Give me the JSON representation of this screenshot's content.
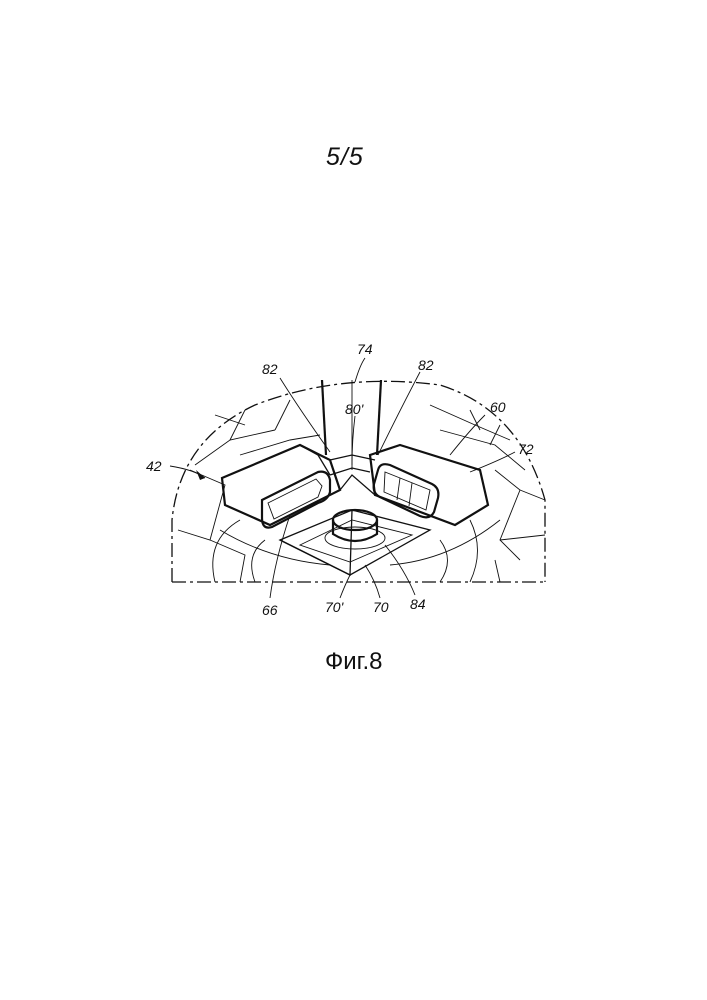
{
  "sheet": {
    "number": "5/5"
  },
  "figure": {
    "caption": "Фиг.8",
    "reference_labels": {
      "l74": "74",
      "l82a": "82",
      "l82b": "82",
      "l80p": "80'",
      "l60": "60",
      "l72": "72",
      "l42": "42",
      "l66": "66",
      "l70p": "70'",
      "l70": "70",
      "l84": "84"
    }
  }
}
